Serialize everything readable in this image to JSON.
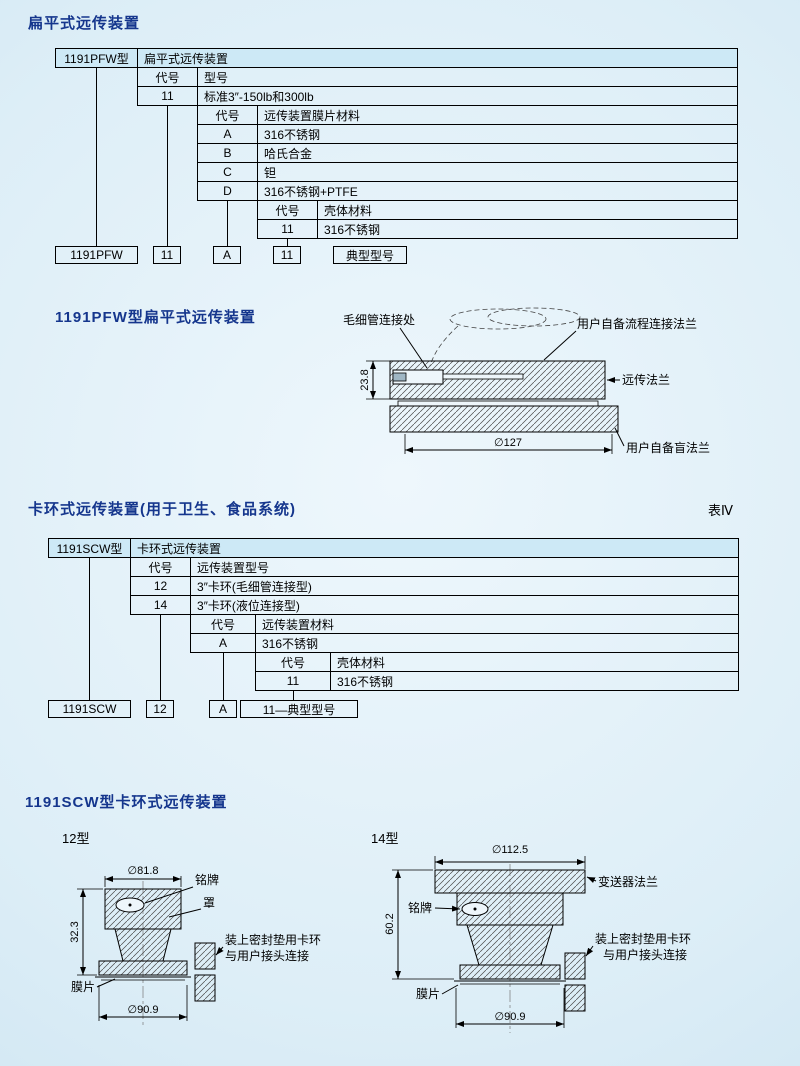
{
  "colors": {
    "heading_blue": "#15368d",
    "table_header_bg": "#cde9f6",
    "page_bg": "#ddeef7"
  },
  "page": {
    "heading1": "扁平式远传装置",
    "heading2": "1191PFW型扁平式远传装置",
    "heading3": "卡环式远传装置(用于卫生、食品系统)",
    "heading3_ref": "表Ⅳ",
    "heading4": "1191SCW型卡环式远传装置"
  },
  "pfw_table": {
    "model": "1191PFW型",
    "header": "扁平式远传装置",
    "l1_code": "代号",
    "l1_name": "型号",
    "l1_rows": [
      {
        "code": "11",
        "desc": "标准3″-150lb和300lb"
      }
    ],
    "l2_code": "代号",
    "l2_name": "远传装置膜片材料",
    "l2_rows": [
      {
        "code": "A",
        "desc": "316不锈钢"
      },
      {
        "code": "B",
        "desc": "哈氏合金"
      },
      {
        "code": "C",
        "desc": "钽"
      },
      {
        "code": "D",
        "desc": "316不锈钢+PTFE"
      }
    ],
    "l3_code": "代号",
    "l3_name": "壳体材料",
    "l3_rows": [
      {
        "code": "11",
        "desc": "316不锈钢"
      }
    ],
    "bottom": {
      "b0": "1191PFW",
      "b1": "11",
      "b2": "A",
      "b3": "11",
      "label": "典型型号"
    }
  },
  "pfw_drawing": {
    "capillary": "毛细管连接处",
    "user_flange": "用户自备流程连接法兰",
    "remote_flange": "远传法兰",
    "blind_flange": "用户自备盲法兰",
    "dim_thickness": "23.8",
    "dim_diameter": "∅127"
  },
  "scw_table": {
    "model": "1191SCW型",
    "header": "卡环式远传装置",
    "l1_code": "代号",
    "l1_name": "远传装置型号",
    "l1_rows": [
      {
        "code": "12",
        "desc": "3″卡环(毛细管连接型)"
      },
      {
        "code": "14",
        "desc": "3″卡环(液位连接型)"
      }
    ],
    "l2_code": "代号",
    "l2_name": "远传装置材料",
    "l2_rows": [
      {
        "code": "A",
        "desc": "316不锈钢"
      }
    ],
    "l3_code": "代号",
    "l3_name": "壳体材料",
    "l3_rows": [
      {
        "code": "11",
        "desc": "316不锈钢"
      }
    ],
    "bottom": {
      "b0": "1191SCW",
      "b1": "12",
      "b2": "A",
      "b3": "11—典型型号"
    }
  },
  "scw_drawings": {
    "d12": {
      "label": "12型",
      "dim_top": "∅81.8",
      "nameplate": "铭牌",
      "cover": "罩",
      "dim_left": "32.3",
      "clamp_note": [
        "装上密封垫用卡环",
        "与用户接头连接"
      ],
      "diaphragm": "膜片",
      "dim_bottom": "∅90.9"
    },
    "d14": {
      "label": "14型",
      "dim_top": "∅112.5",
      "flange": "变送器法兰",
      "nameplate": "铭牌",
      "dim_left": "60.2",
      "clamp_note": [
        "装上密封垫用卡环",
        "与用户接头连接"
      ],
      "diaphragm": "膜片",
      "dim_bottom": "∅90.9"
    }
  }
}
